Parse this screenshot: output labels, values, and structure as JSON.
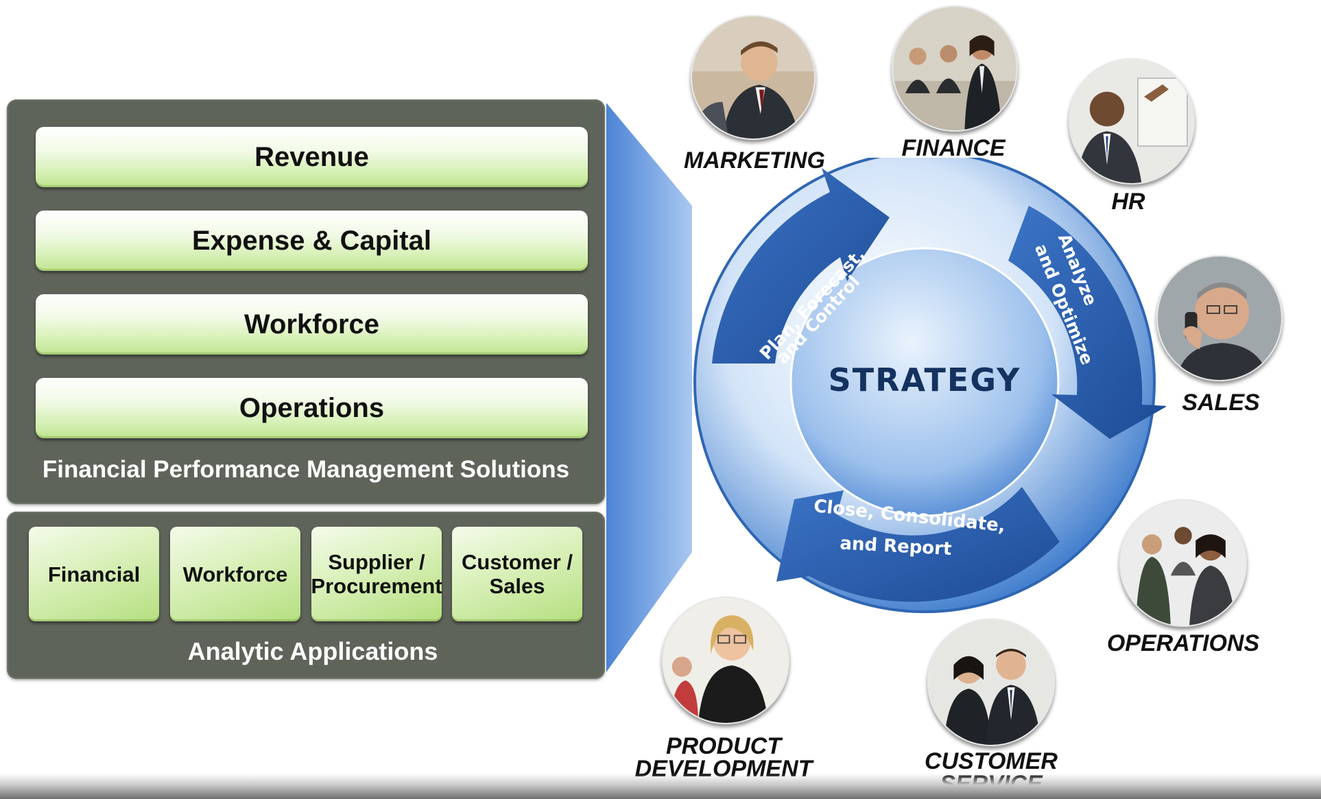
{
  "fpm_panel": {
    "bars": [
      "Revenue",
      "Expense & Capital",
      "Workforce",
      "Operations"
    ],
    "caption": "Financial Performance Management Solutions"
  },
  "analytic_panel": {
    "tiles": [
      "Financial",
      "Workforce",
      "Supplier /\nProcurement",
      "Customer /\nSales"
    ],
    "caption": "Analytic Applications"
  },
  "cycle": {
    "center": "STRATEGY",
    "arrow_plan_line1": "Plan, Forecast,",
    "arrow_plan_line2": "and Control",
    "arrow_analyze_line1": "Analyze",
    "arrow_analyze_line2": "and Optimize",
    "arrow_close_line1": "Close, Consolidate,",
    "arrow_close_line2": "and Report"
  },
  "roles": {
    "marketing": "MARKETING",
    "finance": "FINANCE",
    "hr": "HR",
    "sales": "SALES",
    "operations": "OPERATIONS",
    "customer_service": "CUSTOMER\nSERVICE",
    "product_development": "PRODUCT\nDEVELOPMENT"
  },
  "colors": {
    "panel": "#5f645a",
    "bar_green": "#bfe38f",
    "ring_blue": "#2f66b3",
    "arrow_blue": "#24539f",
    "strategy_text": "#14325f"
  }
}
